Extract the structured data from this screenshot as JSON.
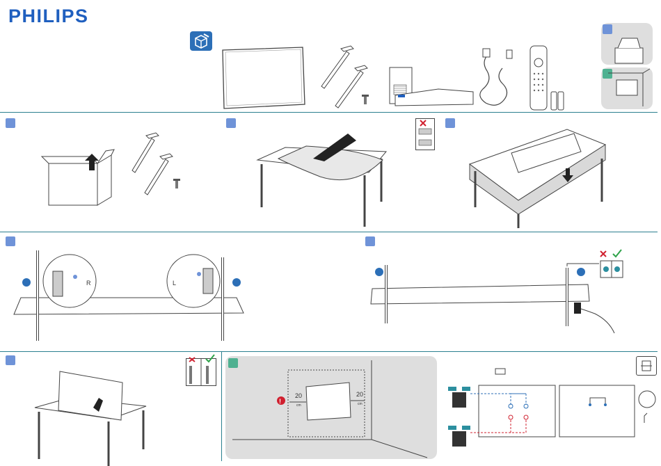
{
  "brand": {
    "name": "PHILIPS",
    "color": "#1f5fbf"
  },
  "colors": {
    "step_blue": "#6f93d8",
    "step_green": "#4fb191",
    "divider": "#2a7f8f",
    "warning_red": "#d0202f",
    "ok_green": "#2fa34a"
  },
  "wall_mount": {
    "clearance_left": "20",
    "clearance_right": "20",
    "unit": "cm"
  },
  "stand_labels": {
    "left": "L",
    "right": "R"
  },
  "icons": [
    "box-open-icon",
    "warning-icon",
    "wall-mount-icon",
    "cross-icon",
    "check-icon"
  ]
}
